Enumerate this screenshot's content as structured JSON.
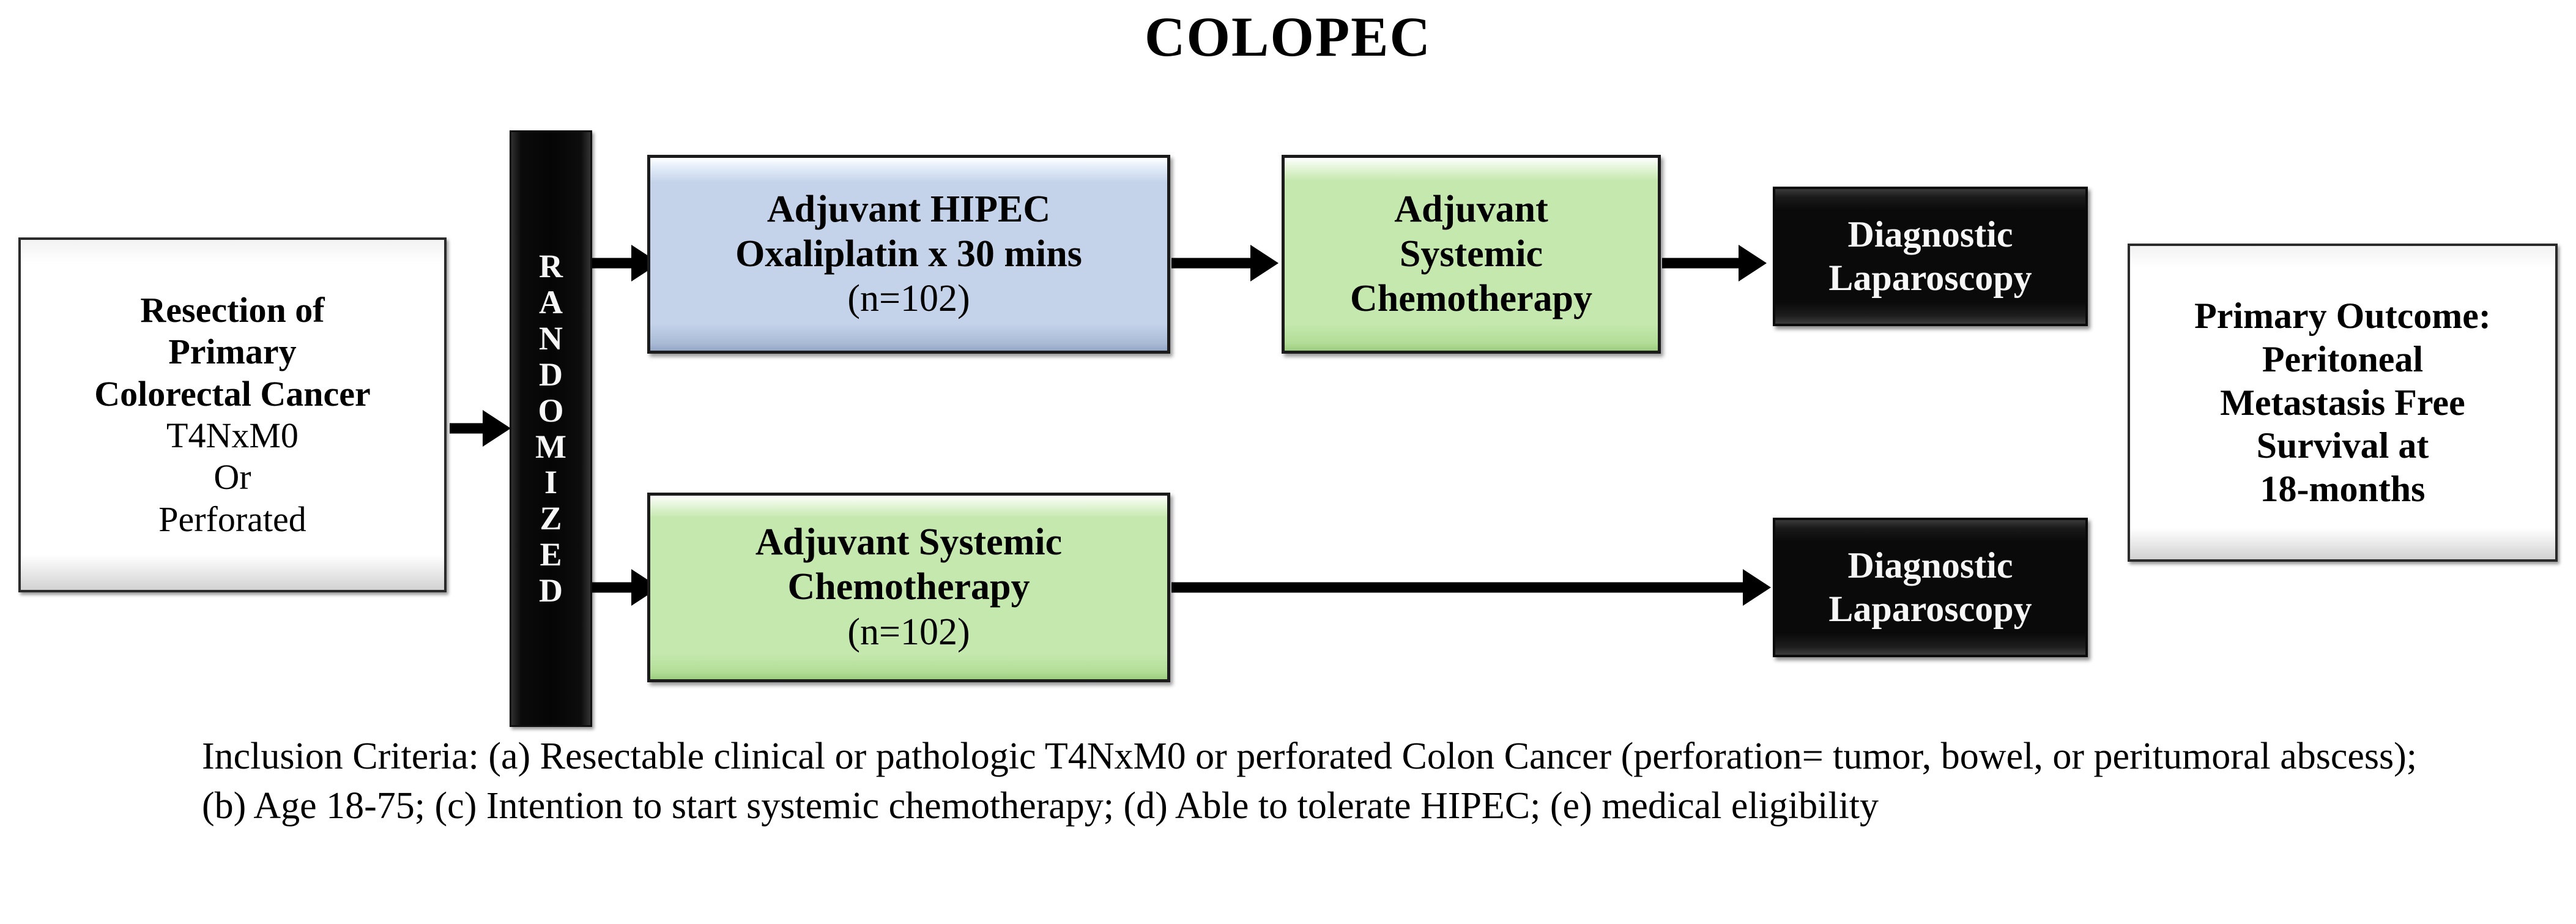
{
  "title": "COLOPEC",
  "enrollment_box": {
    "heading_lines": [
      "Resection of",
      "Primary",
      "Colorectal Cancer"
    ],
    "detail_lines": [
      "T4NxM0",
      "Or",
      "Perforated"
    ]
  },
  "randomization": {
    "label": "RANDOMIZED",
    "letters": [
      "R",
      "A",
      "N",
      "D",
      "O",
      "M",
      "I",
      "Z",
      "E",
      "D"
    ]
  },
  "arms": {
    "experimental": {
      "intervention": {
        "line1": "Adjuvant HIPEC",
        "line2": "Oxaliplatin x 30 mins",
        "n_label": "(n=102)",
        "color": "#c4d3ea"
      },
      "followup": {
        "line1": "Adjuvant",
        "line2": "Systemic",
        "line3": "Chemotherapy",
        "color": "#c5e8ae"
      },
      "endpoint": {
        "line1": "Diagnostic",
        "line2": "Laparoscopy",
        "color": "#0a0a0a"
      }
    },
    "control": {
      "intervention": {
        "line1": "Adjuvant Systemic",
        "line2": "Chemotherapy",
        "n_label": "(n=102)",
        "color": "#c5e8ae"
      },
      "endpoint": {
        "line1": "Diagnostic",
        "line2": "Laparoscopy",
        "color": "#0a0a0a"
      }
    }
  },
  "primary_outcome": {
    "lines": [
      "Primary Outcome:",
      "Peritoneal",
      "Metastasis Free",
      "Survival at",
      "18-months"
    ]
  },
  "caption": {
    "text": "Inclusion Criteria: (a) Resectable clinical or pathologic T4NxM0 or perforated Colon Cancer (perforation= tumor, bowel, or peritumoral abscess); (b) Age 18-75; (c) Intention to start systemic chemotherapy; (d) Able to tolerate HIPEC; (e) medical eligibility"
  }
}
